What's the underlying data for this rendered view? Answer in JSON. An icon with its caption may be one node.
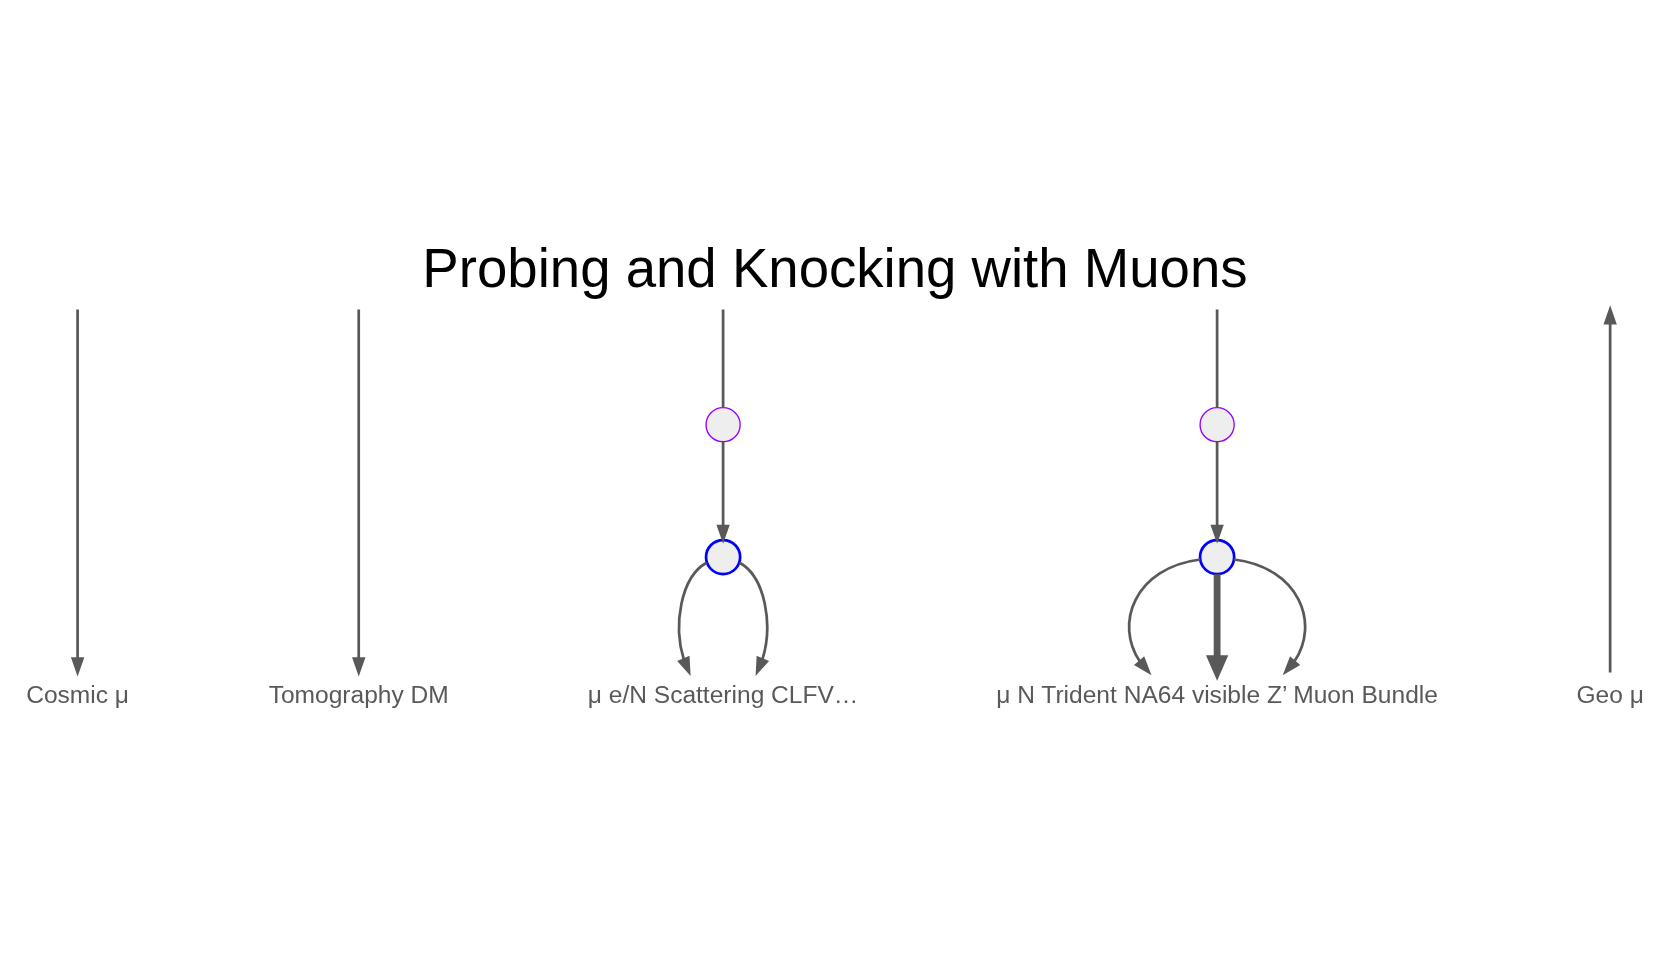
{
  "diagram": {
    "title": "Probing and Knocking with Muons",
    "nodes": [
      {
        "text": [
          "Cosmic μ"
        ]
      },
      {
        "text": [
          "Tomography DM"
        ]
      },
      {
        "text": [],
        "shape": "circle"
      },
      {
        "text": [],
        "shape": "circle"
      },
      {
        "text": [
          "μ e/N Scattering CLFV…"
        ]
      },
      {
        "text": [],
        "shape": "circle"
      },
      {
        "text": [],
        "shape": "circle"
      },
      {
        "text": [
          "μ N Trident NA64 visible Z’ Muon Bundle"
        ]
      },
      {
        "text": [
          "Geo μ"
        ]
      }
    ],
    "edges": [
      {
        "from": null,
        "to": 0,
        "arrow": "to"
      },
      {
        "from": null,
        "to": 1,
        "arrow": "to"
      },
      {
        "from": null,
        "to": 2,
        "arrow": "none"
      },
      {
        "from": 2,
        "to": 3,
        "arrow": "to"
      },
      {
        "from": 3,
        "to": 4,
        "arrow": "to"
      },
      {
        "from": 3,
        "to": 4,
        "arrow": "to"
      },
      {
        "from": null,
        "to": 5,
        "arrow": "none"
      },
      {
        "from": 5,
        "to": 6,
        "arrow": "to"
      },
      {
        "from": 6,
        "to": 7,
        "arrow": "to"
      },
      {
        "from": 6,
        "to": 7,
        "arrow": "to",
        "style": "thick"
      },
      {
        "from": 6,
        "to": 7,
        "arrow": "to"
      },
      {
        "from": 8,
        "to": null,
        "arrow": "to"
      }
    ]
  }
}
